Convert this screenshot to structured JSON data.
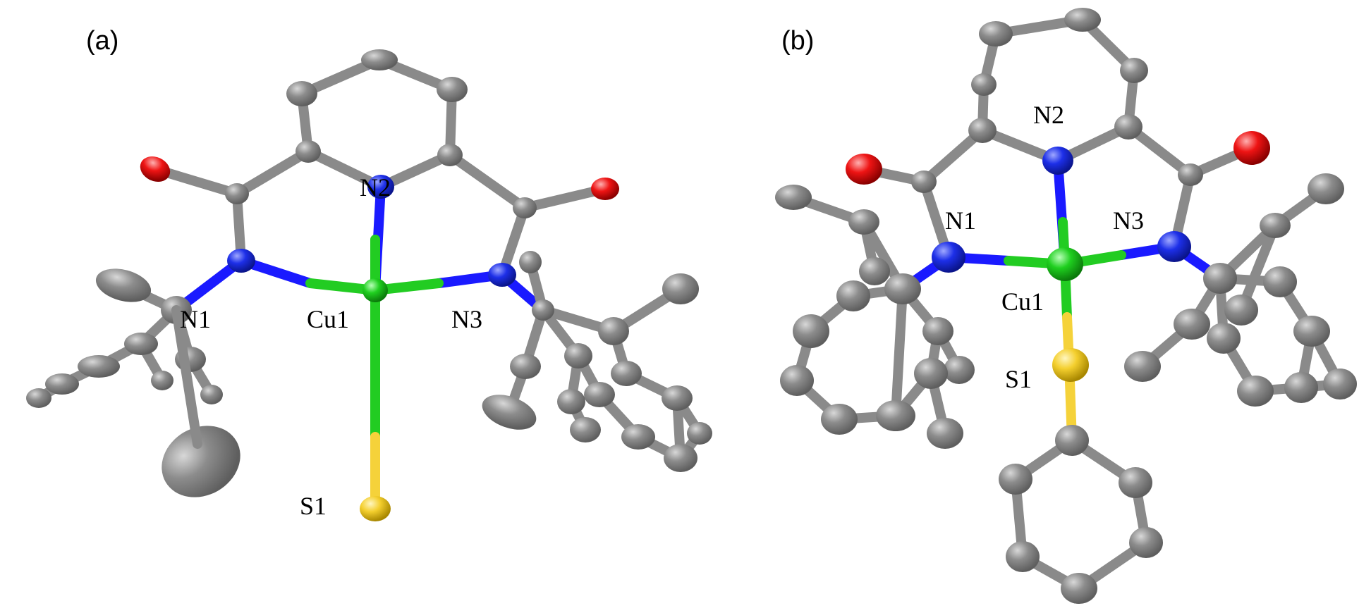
{
  "panels": [
    {
      "id": "a",
      "letter": "(a)",
      "atom_labels": {
        "N1": "N1",
        "N2": "N2",
        "N3": "N3",
        "Cu1": "Cu1",
        "S1": "S1"
      }
    },
    {
      "id": "b",
      "letter": "(b)",
      "atom_labels": {
        "N1": "N1",
        "N2": "N2",
        "N3": "N3",
        "Cu1": "Cu1",
        "S1": "S1"
      }
    }
  ],
  "colors": {
    "carbon": "#7f7f7f",
    "carbon_bond": "#8a8a8a",
    "nitrogen": "#1a1aff",
    "oxygen": "#ff1a1a",
    "copper": "#22cc22",
    "sulfur": "#f5d23a"
  }
}
